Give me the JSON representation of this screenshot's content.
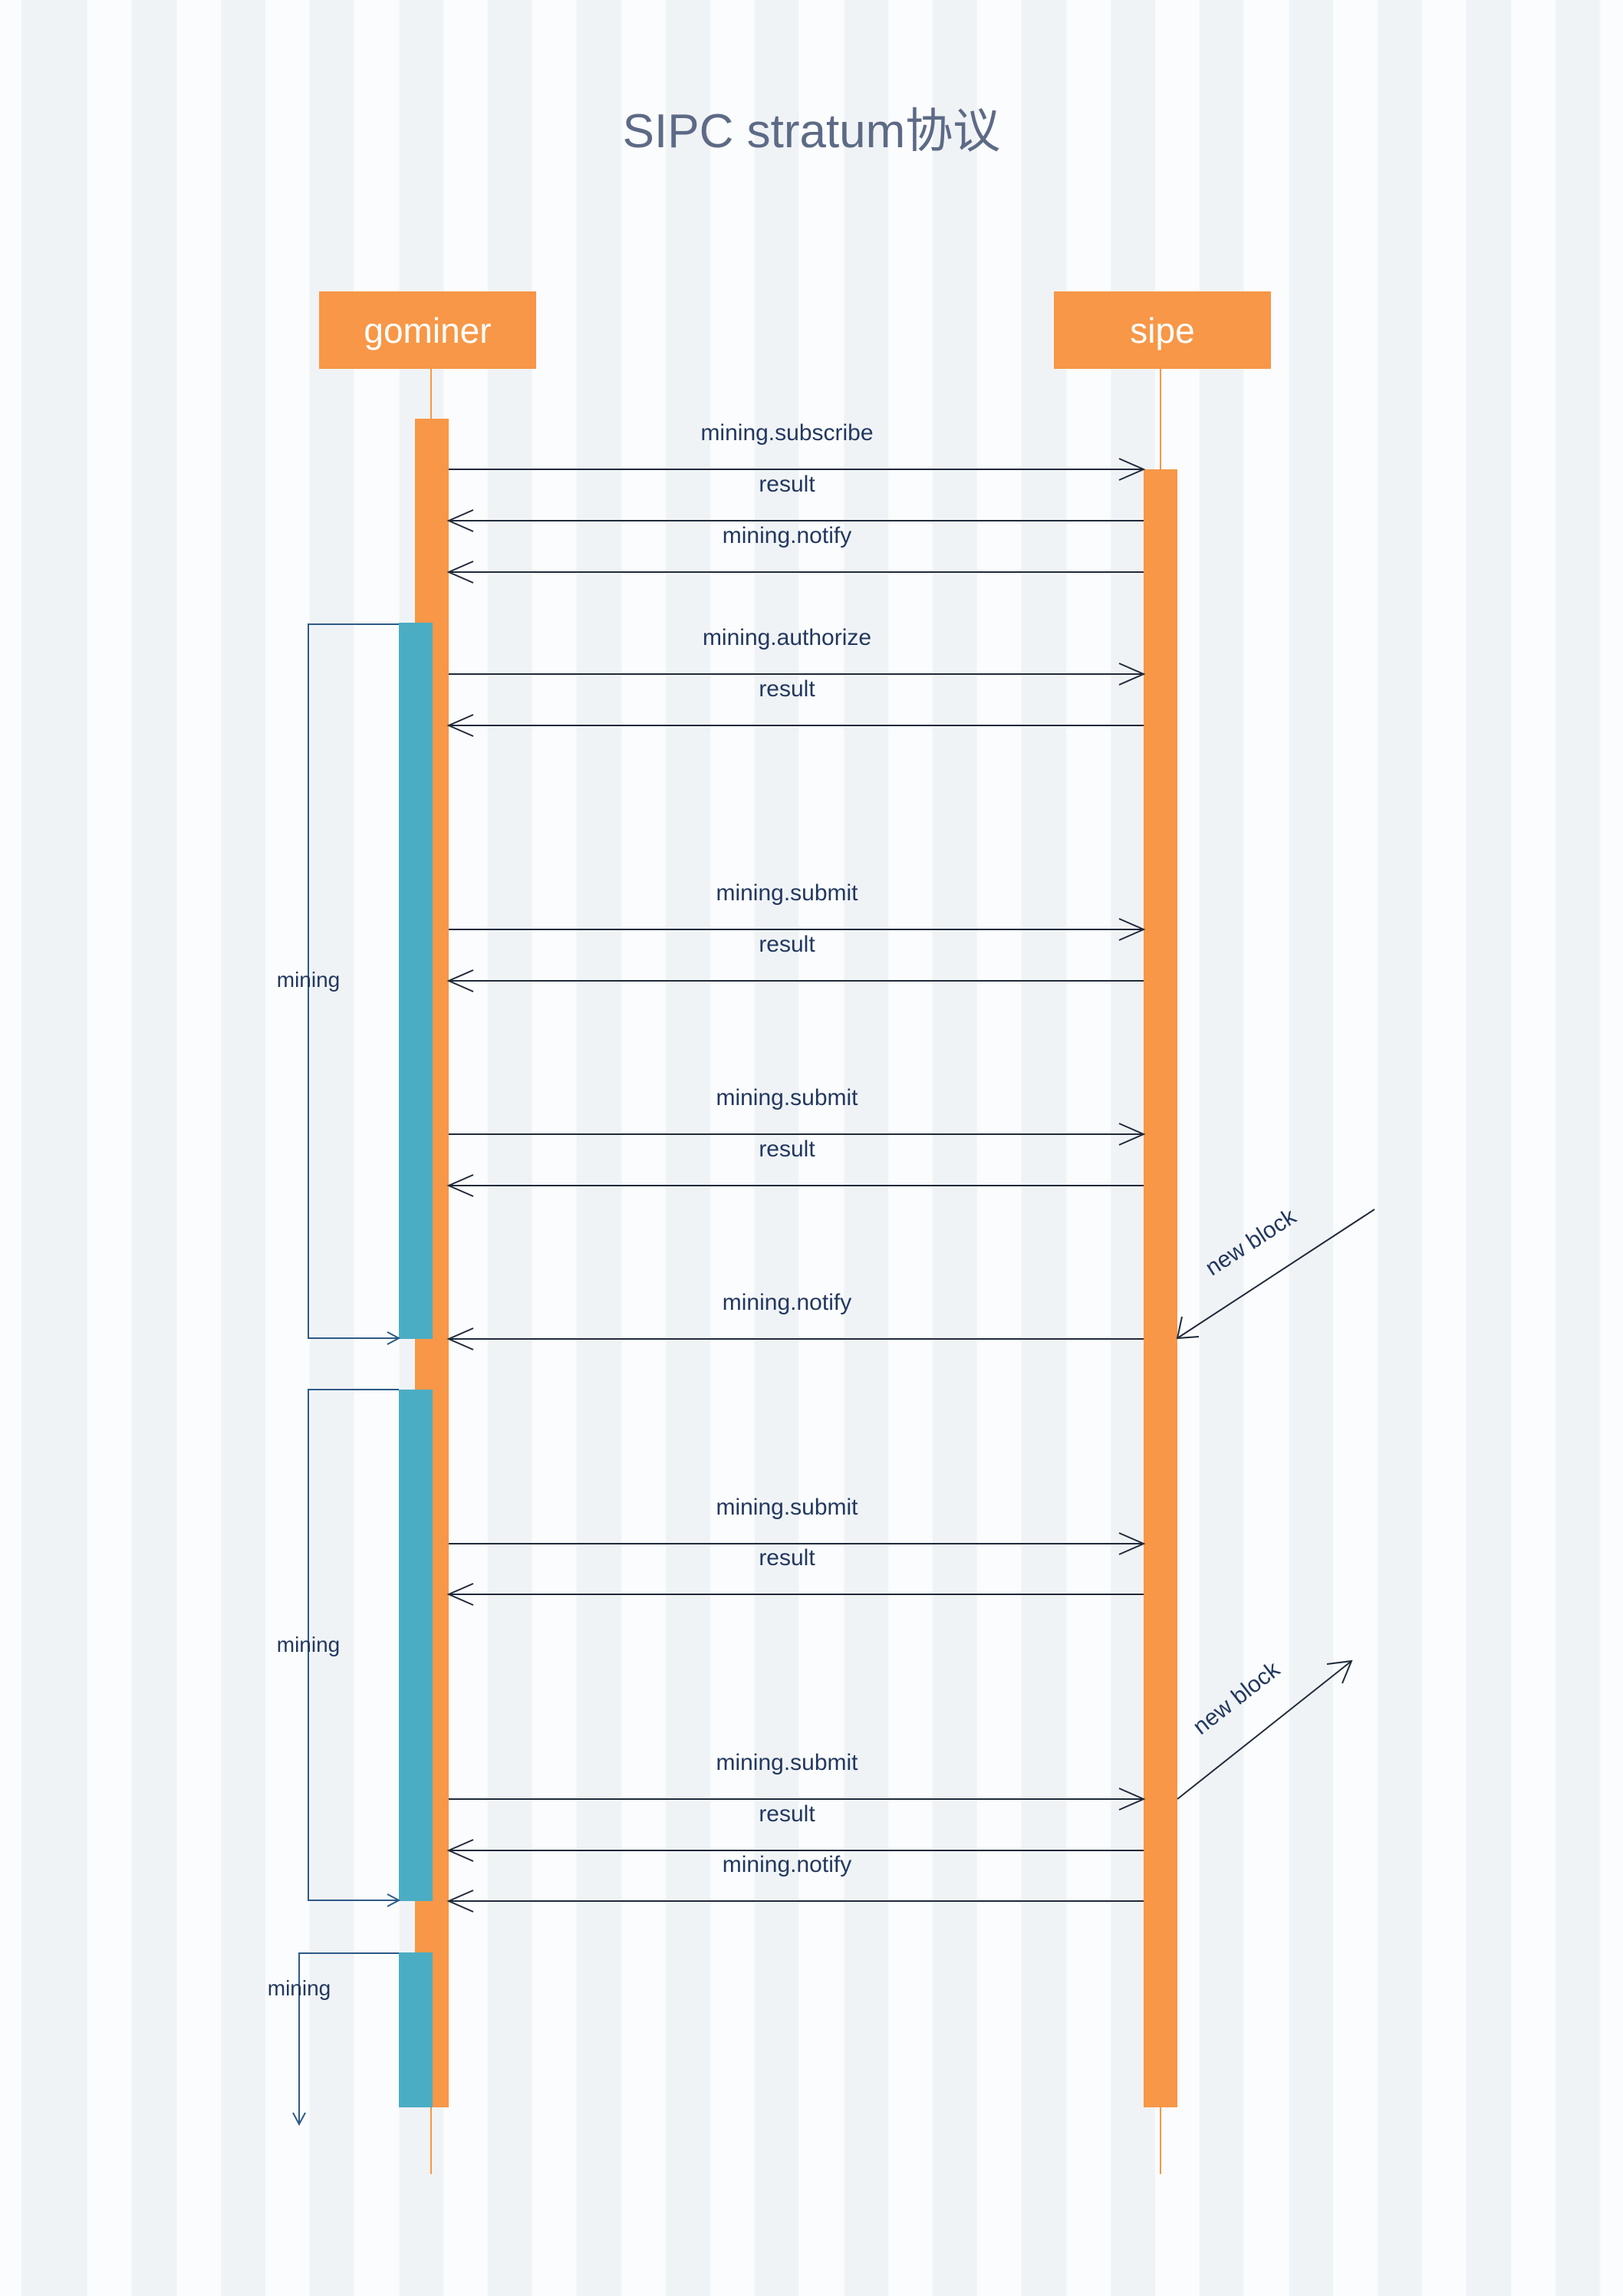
{
  "title": "SIPC stratum协议",
  "participants": [
    {
      "id": "gominer",
      "label": "gominer"
    },
    {
      "id": "sipe",
      "label": "sipe"
    }
  ],
  "messages": [
    {
      "from": "gominer",
      "to": "sipe",
      "label": "mining.subscribe"
    },
    {
      "from": "sipe",
      "to": "gominer",
      "label": "result"
    },
    {
      "from": "sipe",
      "to": "gominer",
      "label": "mining.notify"
    },
    {
      "from": "gominer",
      "to": "sipe",
      "label": "mining.authorize"
    },
    {
      "from": "sipe",
      "to": "gominer",
      "label": "result"
    },
    {
      "from": "gominer",
      "to": "sipe",
      "label": "mining.submit"
    },
    {
      "from": "sipe",
      "to": "gominer",
      "label": "result"
    },
    {
      "from": "gominer",
      "to": "sipe",
      "label": "mining.submit"
    },
    {
      "from": "sipe",
      "to": "gominer",
      "label": "result"
    },
    {
      "from": "sipe",
      "to": "gominer",
      "label": "mining.notify"
    },
    {
      "from": "gominer",
      "to": "sipe",
      "label": "mining.submit"
    },
    {
      "from": "sipe",
      "to": "gominer",
      "label": "result"
    },
    {
      "from": "gominer",
      "to": "sipe",
      "label": "mining.submit"
    },
    {
      "from": "sipe",
      "to": "gominer",
      "label": "result"
    },
    {
      "from": "sipe",
      "to": "gominer",
      "label": "mining.notify"
    }
  ],
  "loops": [
    {
      "label": "mining"
    },
    {
      "label": "mining"
    },
    {
      "label": "mining"
    }
  ],
  "external_events": [
    {
      "label": "new block",
      "direction": "incoming"
    },
    {
      "label": "new block",
      "direction": "outgoing"
    }
  ],
  "colors": {
    "actor": "#f79747",
    "activation_teal": "#4badc3",
    "line": "#1f2a3a",
    "label": "#22385f",
    "loop_stroke": "#2d5a88"
  }
}
